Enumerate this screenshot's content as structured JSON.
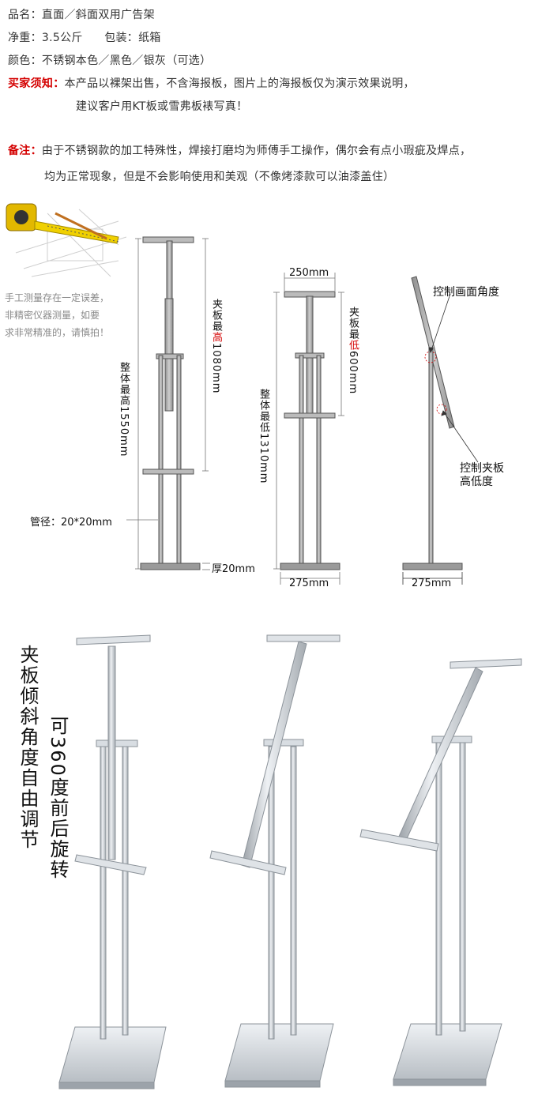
{
  "spec": {
    "name_label": "品名：",
    "name_value": "直面／斜面双用广告架",
    "weight_label": "净重：",
    "weight_value": "3.5公斤",
    "pack_label": "包装：",
    "pack_value": "纸箱",
    "color_label": "颜色：",
    "color_value": "不锈钢本色／黑色／银灰（可选）",
    "notice_label": "买家须知：",
    "notice_line1": "本产品以裸架出售，不含海报板，图片上的海报板仅为演示效果说明，",
    "notice_line2": "建议客户用KT板或雪弗板裱写真！",
    "remark_label": "备注：",
    "remark_line1": "由于不锈钢款的加工特殊性，焊接打磨均为师傅手工操作，偶尔会有点小瑕疵及焊点，",
    "remark_line2": "均为正常现象，但是不会影响使用和美观（不像烤漆款可以油漆盖住）"
  },
  "measure_note": [
    "手工测量存在一定误差，",
    "非精密仪器测量，如要",
    "求非常精准的，请慎拍！"
  ],
  "diagram": {
    "clip_max_pre": "夹板最",
    "clip_max_hl": "高",
    "clip_max_val": "1080mm",
    "total_max": "整体最高1550mm",
    "pipe": "管径：20*20mm",
    "thick": "厚20mm",
    "width_top": "250mm",
    "clip_min_pre": "夹板最",
    "clip_min_hl": "低",
    "clip_min_val": "600mm",
    "total_min": "整体最低1310mm",
    "base_mid": "275mm",
    "base_right": "275mm",
    "angle_ctrl": "控制画面角度",
    "height_ctrl_1": "控制夹板",
    "height_ctrl_2": "高低度"
  },
  "photos": {
    "tilt_text": "夹板倾斜角度自由调节",
    "rotate_text": "可360度前后旋转"
  }
}
